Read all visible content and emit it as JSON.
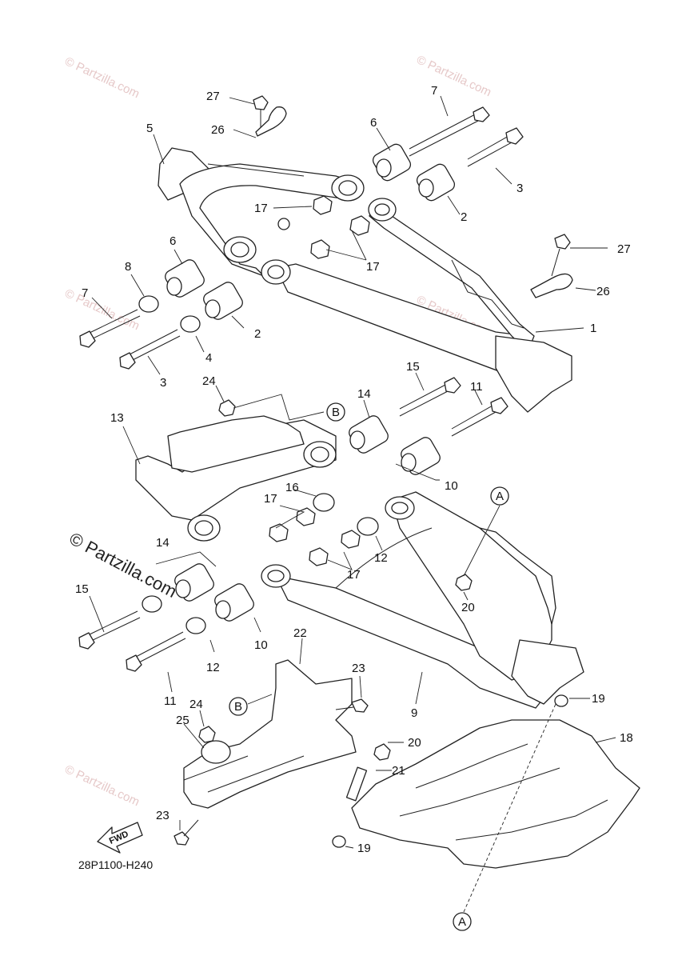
{
  "diagram_code": "28P1100-H240",
  "watermark_small": "© Partzilla.com",
  "watermark_big": "© Partzilla.com",
  "fwd_label": "FWD",
  "callouts": {
    "a": "A",
    "b": "B"
  },
  "parts": {
    "p1": "1",
    "p2": "2",
    "p3": "3",
    "p4": "4",
    "p5": "5",
    "p6": "6",
    "p7": "7",
    "p8": "8",
    "p9": "9",
    "p10": "10",
    "p11": "11",
    "p12": "12",
    "p13": "13",
    "p14": "14",
    "p15": "15",
    "p16": "16",
    "p17": "17",
    "p18": "18",
    "p19": "19",
    "p20": "20",
    "p21": "21",
    "p22": "22",
    "p23": "23",
    "p24": "24",
    "p25": "25",
    "p26": "26",
    "p27": "27"
  }
}
